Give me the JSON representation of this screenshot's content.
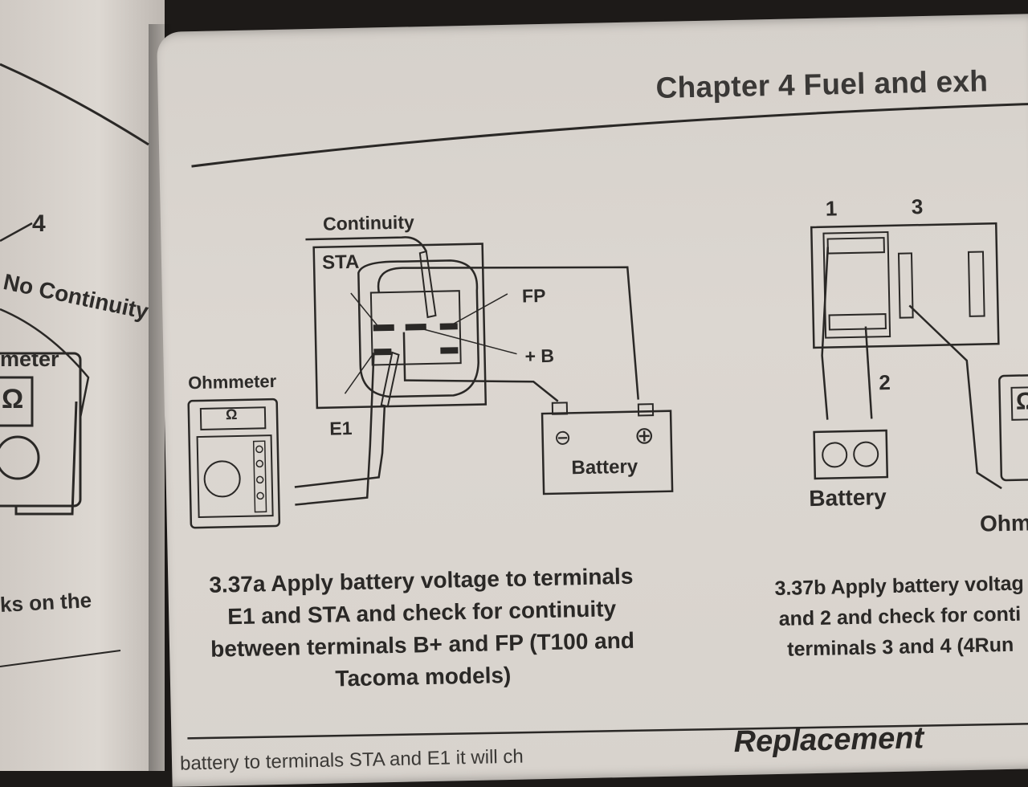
{
  "left_page": {
    "label_4": "4",
    "no_continuity": "No Continuity",
    "meter": "meter",
    "ohm_symbol": "Ω",
    "caption_fragment": "ks on the"
  },
  "right_page": {
    "header": "Chapter 4   Fuel and exh",
    "figure_a": {
      "labels": {
        "continuity": "Continuity",
        "sta": "STA",
        "fp": "FP",
        "b_plus": "+ B",
        "e1": "E1",
        "ohmmeter": "Ohmmeter",
        "ohm_symbol": "Ω",
        "battery": "Battery",
        "minus": "⊖",
        "plus": "⊕"
      },
      "caption_line1": "3.37a Apply battery voltage to terminals",
      "caption_line2": "E1 and STA and check for continuity",
      "caption_line3": "between terminals B+ and FP (T100 and",
      "caption_line4": "Tacoma models)"
    },
    "figure_b": {
      "labels": {
        "n1": "1",
        "n2": "2",
        "n3": "3",
        "battery": "Battery",
        "ohm": "Ohm",
        "ohm_symbol": "Ω"
      },
      "caption_line1": "3.37b Apply battery voltag",
      "caption_line2": "and 2 and check for conti",
      "caption_line3": "terminals 3 and 4 (4Run"
    },
    "section_heading": "Replacement",
    "body_fragment": "battery to terminals STA and E1 it will ch"
  }
}
